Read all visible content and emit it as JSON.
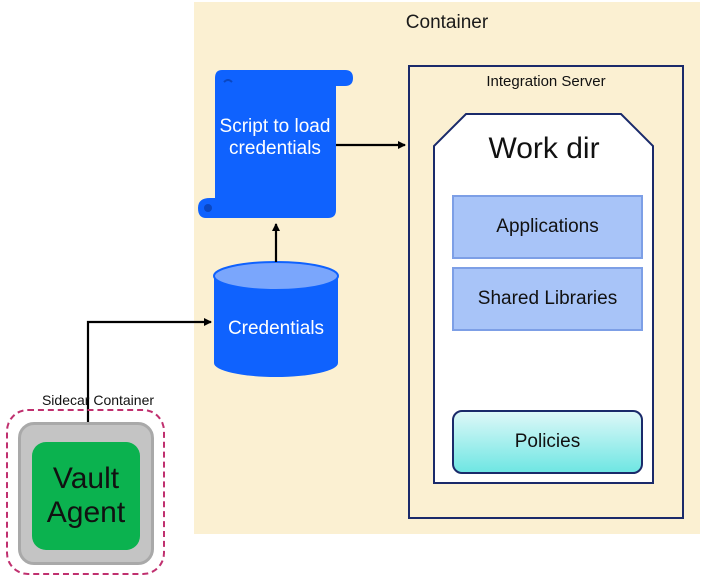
{
  "container": {
    "title": "Container"
  },
  "integration_server": {
    "title": "Integration Server",
    "work_dir": {
      "title": "Work dir",
      "items": [
        "Applications",
        "Shared Libraries",
        "Policies"
      ]
    }
  },
  "script": {
    "label": "Script to load credentials"
  },
  "credentials": {
    "label": "Credentials"
  },
  "sidecar": {
    "title": "Sidecar Container",
    "agent_label": "Vault Agent"
  },
  "colors": {
    "container_bg": "#fbf0d2",
    "blue_shape": "#0f62fe",
    "navy_border": "#1a2a6a",
    "lib_box": "#a8c4f8",
    "agent_green": "#0bb24f",
    "sidecar_dash": "#c0306f"
  }
}
